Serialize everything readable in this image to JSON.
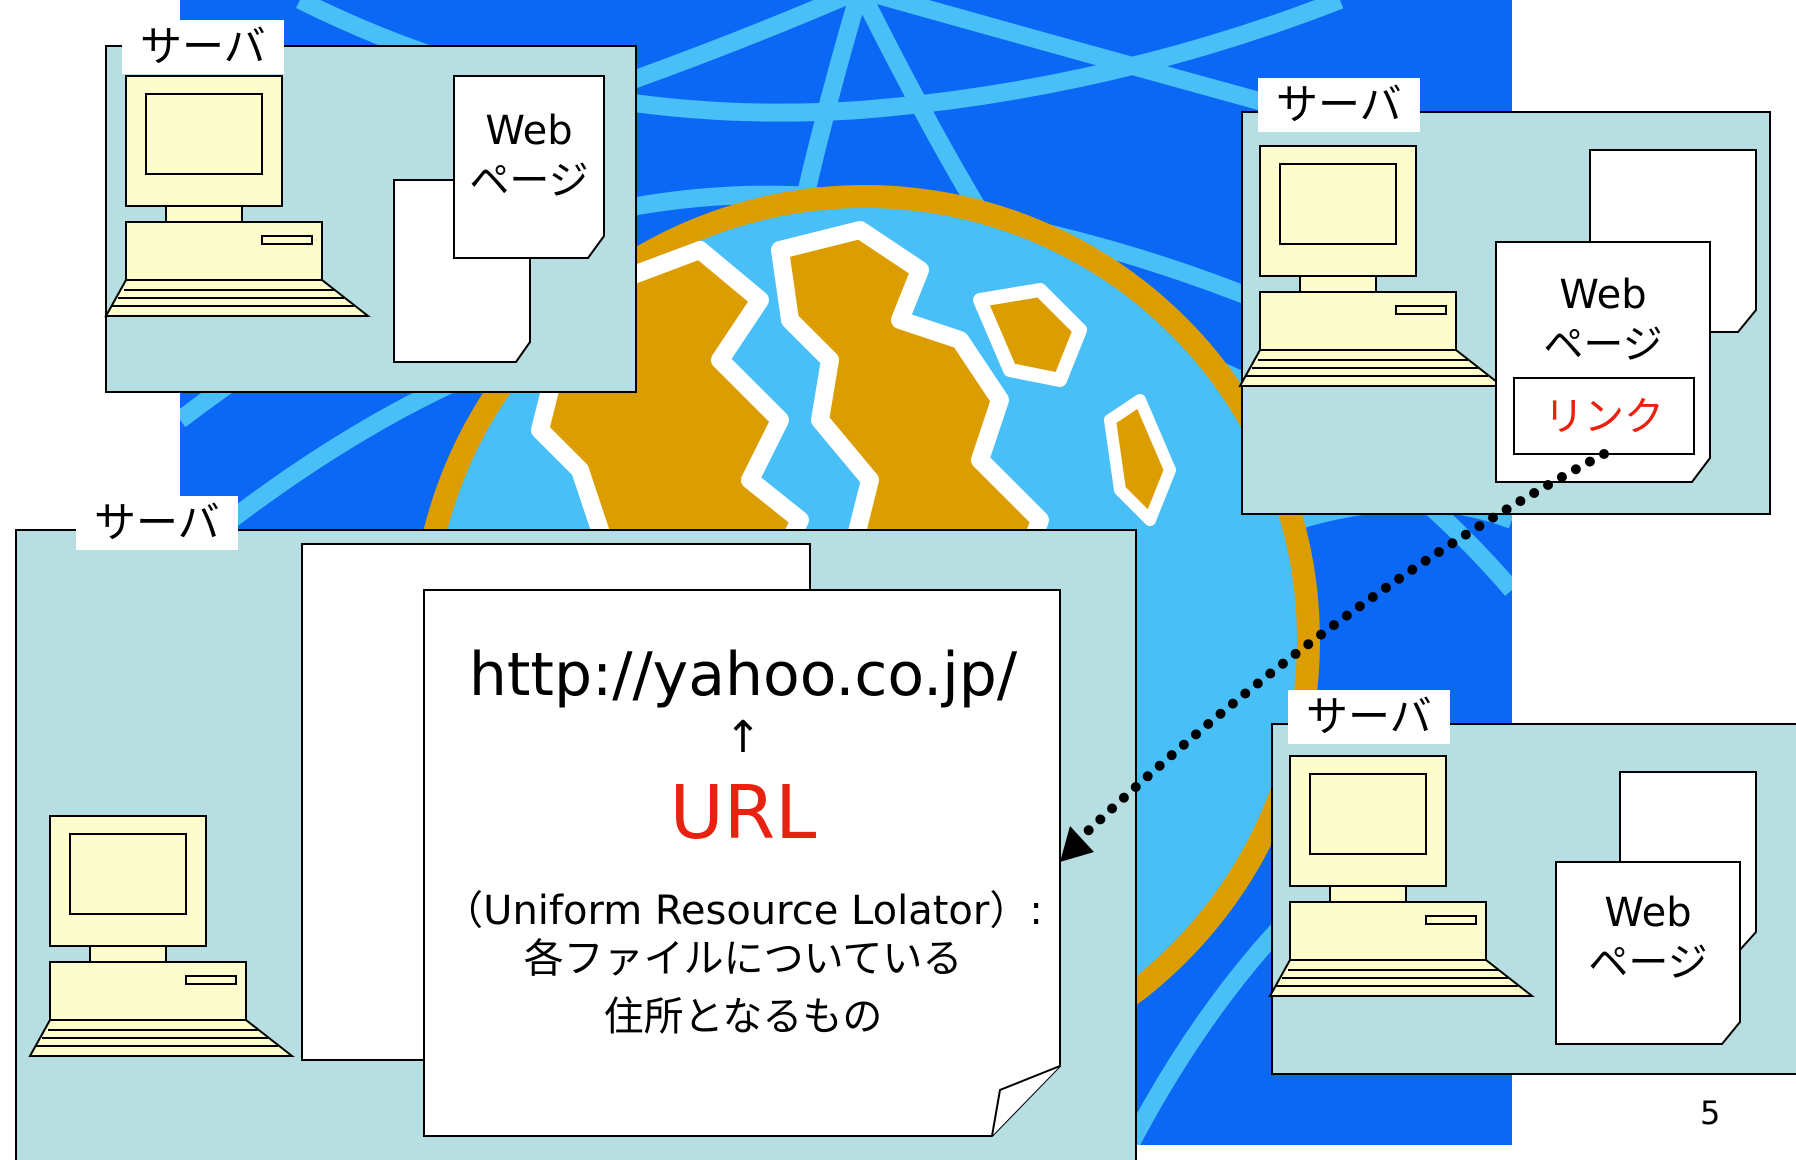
{
  "colors": {
    "background_blue": "#0a68f4",
    "web_strand": "#48bff6",
    "globe_land": "#dc9d00",
    "server_panel": "#b7dee0",
    "monitor": "#fdfccd",
    "accent_red": "#e8220f"
  },
  "servers": {
    "top_left": {
      "label": "サーバ",
      "page_line1": "Web",
      "page_line2": "ページ"
    },
    "top_right": {
      "label": "サーバ",
      "page_line1": "Web",
      "page_line2": "ページ",
      "link": "リンク"
    },
    "bottom_left": {
      "label": "サーバ"
    },
    "bottom_right": {
      "label": "サーバ",
      "page_line1": "Web",
      "page_line2": "ページ"
    }
  },
  "url_card": {
    "address": "http://yahoo.co.jp/",
    "arrow": "↑",
    "abbr": "URL",
    "full_name": "（Uniform Resource Lolator）:",
    "desc_line1": "各ファイルについている",
    "desc_line2": "住所となるもの"
  },
  "page_number": "5"
}
